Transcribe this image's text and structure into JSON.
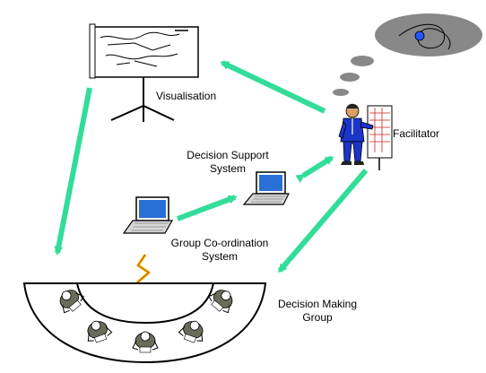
{
  "labels": {
    "visualisation": "Visualisation",
    "facilitator": "Facilitator",
    "dss_line1": "Decision Support",
    "dss_line2": "System",
    "gcs_line1": "Group Co-ordination",
    "gcs_line2": "System",
    "dmg_line1": "Decision Making",
    "dmg_line2": "Group"
  },
  "colors": {
    "arrow": "#33dd99",
    "cloud": "#888888",
    "cloud_center": "#2255ff",
    "laptop_screen": "#2a6fd6",
    "facilitator_suit": "#1b35c8",
    "spark": "#ffb000",
    "person": "#6b6b5a"
  },
  "icons": {
    "board": "flipchart-icon",
    "facilitator": "presenter-icon",
    "thought": "thought-cloud-icon",
    "dss": "laptop-icon",
    "gcs": "laptop-icon",
    "spark": "lightning-icon",
    "table": "horseshoe-table-icon",
    "people": "seated-person-icon"
  }
}
